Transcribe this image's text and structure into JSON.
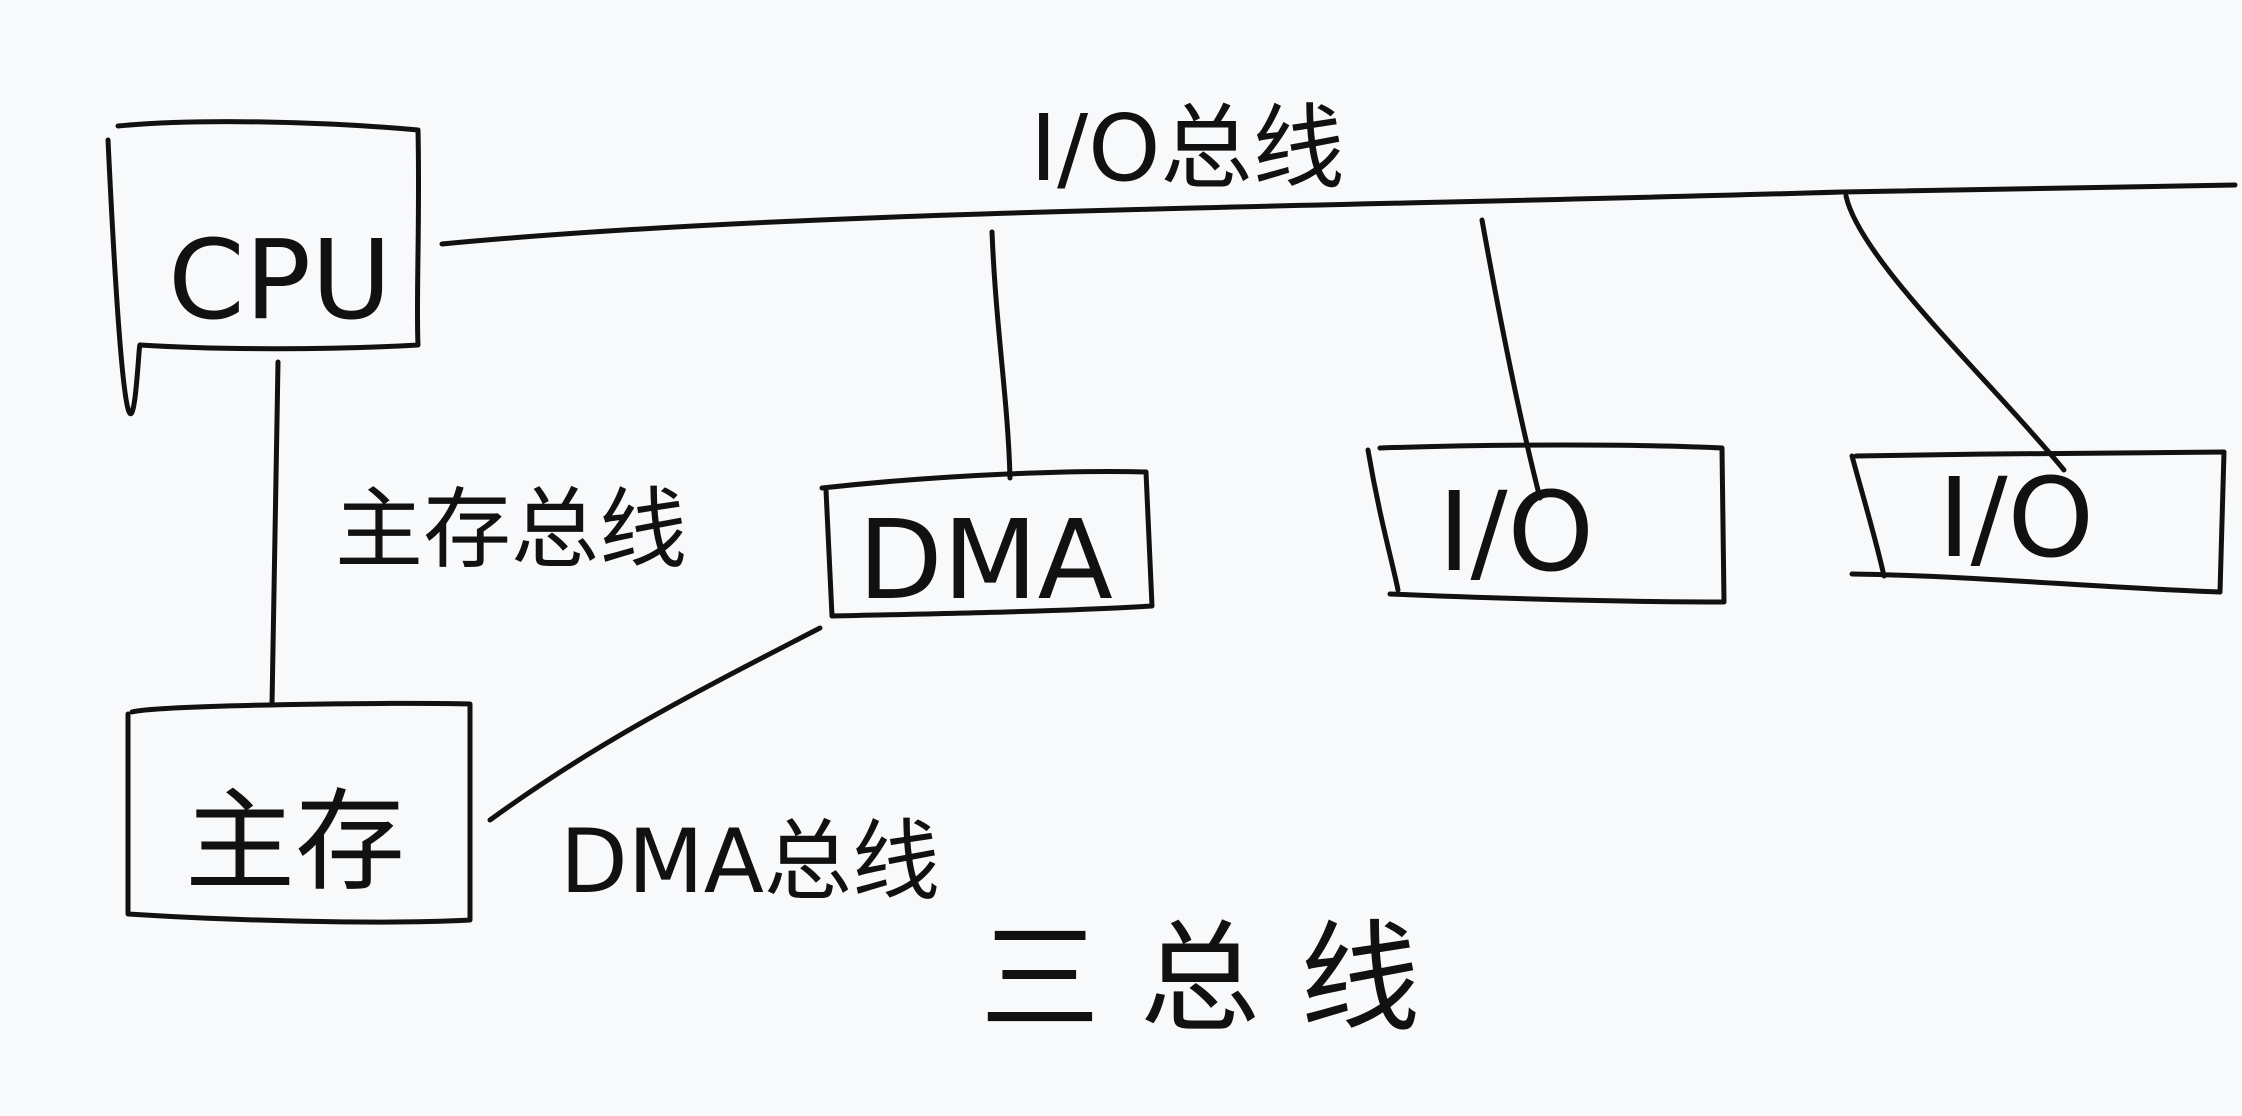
{
  "nodes": {
    "cpu": "CPU",
    "main_memory": "主存",
    "dma": "DMA",
    "io_1": "I/O",
    "io_2": "I/O"
  },
  "buses": {
    "io_bus": "I/O总线",
    "memory_bus": "主存总线",
    "dma_bus": "DMA总线"
  },
  "footer": "三总线"
}
